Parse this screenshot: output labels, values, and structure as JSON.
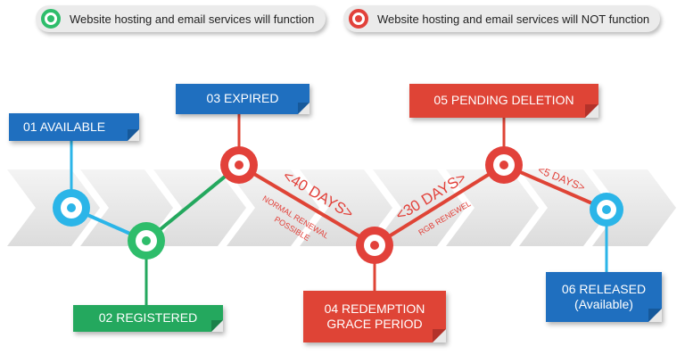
{
  "legend": {
    "green_text": "Website hosting and email services will function",
    "red_text": "Website hosting and email services will NOT function"
  },
  "stages": {
    "available": "01 AVAILABLE",
    "registered": "02 REGISTERED",
    "expired": "03 EXPIRED",
    "redemption_line1": "04 REDEMPTION",
    "redemption_line2": "GRACE PERIOD",
    "pending_deletion": "05 PENDING DELETION",
    "released_line1": "06 RELEASED",
    "released_line2": "(Available)"
  },
  "durations": {
    "expired_days": "<40 DAYS>",
    "expired_note_line1": "NORMAL RENEWAL",
    "expired_note_line2": "POSSIBLE",
    "redemption_days": "<30 DAYS>",
    "redemption_note": "RGB RENEWEL",
    "pending_days": "<5 DAYS>"
  },
  "colors": {
    "blue": "#1f6fbf",
    "green": "#24a85e",
    "red": "#df4436",
    "cyan": "#2bb5e8"
  }
}
